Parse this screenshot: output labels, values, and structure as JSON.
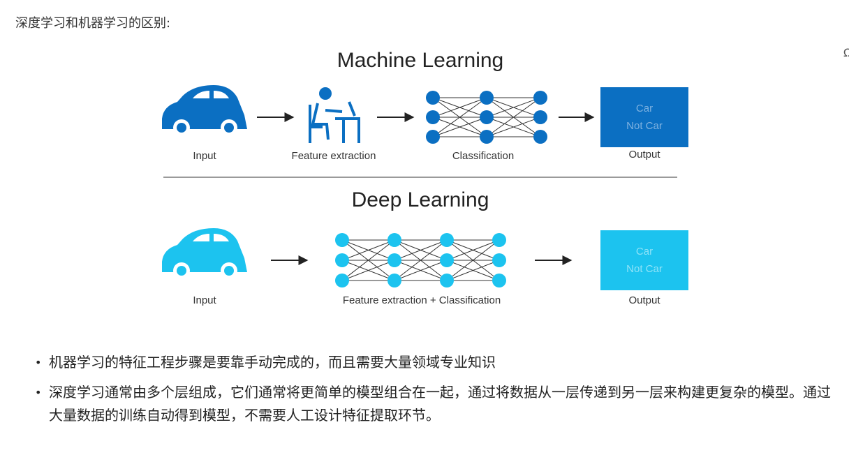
{
  "page": {
    "heading": "深度学习和机器学习的区别:",
    "edge_glyph": "Ω"
  },
  "figure": {
    "ml": {
      "title": "Machine Learning",
      "labels": {
        "input": "Input",
        "feature": "Feature extraction",
        "classification": "Classification",
        "output": "Output"
      },
      "output_lines": [
        "Car",
        "Not Car"
      ],
      "color": "#0b6fc2",
      "box_text_color": "#7fb2e0",
      "network_columns": [
        3,
        3,
        3
      ]
    },
    "dl": {
      "title": "Deep Learning",
      "labels": {
        "input": "Input",
        "combined": "Feature extraction + Classification",
        "output": "Output"
      },
      "output_lines": [
        "Car",
        "Not Car"
      ],
      "color": "#1cc3ef",
      "box_text_color": "#8fe3f8",
      "network_columns": [
        3,
        3,
        3,
        3
      ]
    }
  },
  "bullets": [
    "机器学习的特征工程步骤是要靠手动完成的，而且需要大量领域专业知识",
    "深度学习通常由多个层组成，它们通常将更简单的模型组合在一起，通过将数据从一层传递到另一层来构建更复杂的模型。通过大量数据的训练自动得到模型，不需要人工设计特征提取环节。"
  ],
  "bullet_marker": "•"
}
